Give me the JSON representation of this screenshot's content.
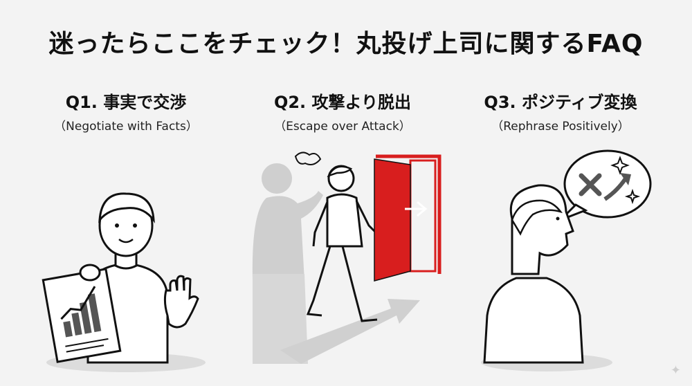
{
  "title": "迷ったらここをチェック！丸投げ上司に関するFAQ",
  "panels": [
    {
      "heading": "Q1. 事実で交渉",
      "subheading": "（Negotiate with Facts）",
      "icon": "person-with-chart-and-stop-hand"
    },
    {
      "heading": "Q2. 攻撃より脱出",
      "subheading": "（Escape over Attack）",
      "icon": "person-walking-out-door"
    },
    {
      "heading": "Q3. ポジティブ変換",
      "subheading": "（Rephrase Positively）",
      "icon": "person-thinking-positive"
    }
  ],
  "colors": {
    "accent": "#d81e1e",
    "background": "#f3f3f3",
    "ink": "#111111",
    "shadow": "#cfcfcf"
  }
}
